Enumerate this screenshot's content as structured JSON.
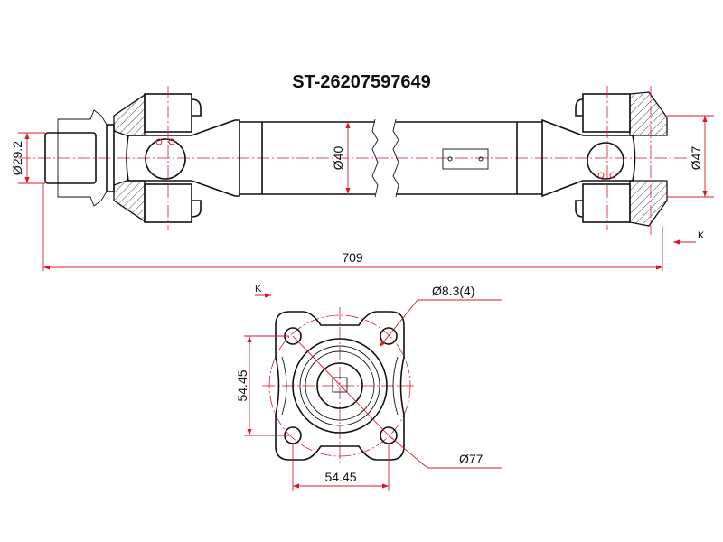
{
  "title": "ST-26207597649",
  "dimensions": {
    "stub_diameter": "Ø29.2",
    "tube_diameter": "Ø40",
    "flange_diameter": "Ø47",
    "overall_length": "709",
    "hole_diameter": "Ø8.3(4)",
    "bolt_circle": "Ø77",
    "vertical_spacing": "54.45",
    "horizontal_spacing": "54.45"
  },
  "view_marker": "K",
  "view_marker_2": "K",
  "colors": {
    "outline": "#111111",
    "dimension": "#d8192a"
  }
}
